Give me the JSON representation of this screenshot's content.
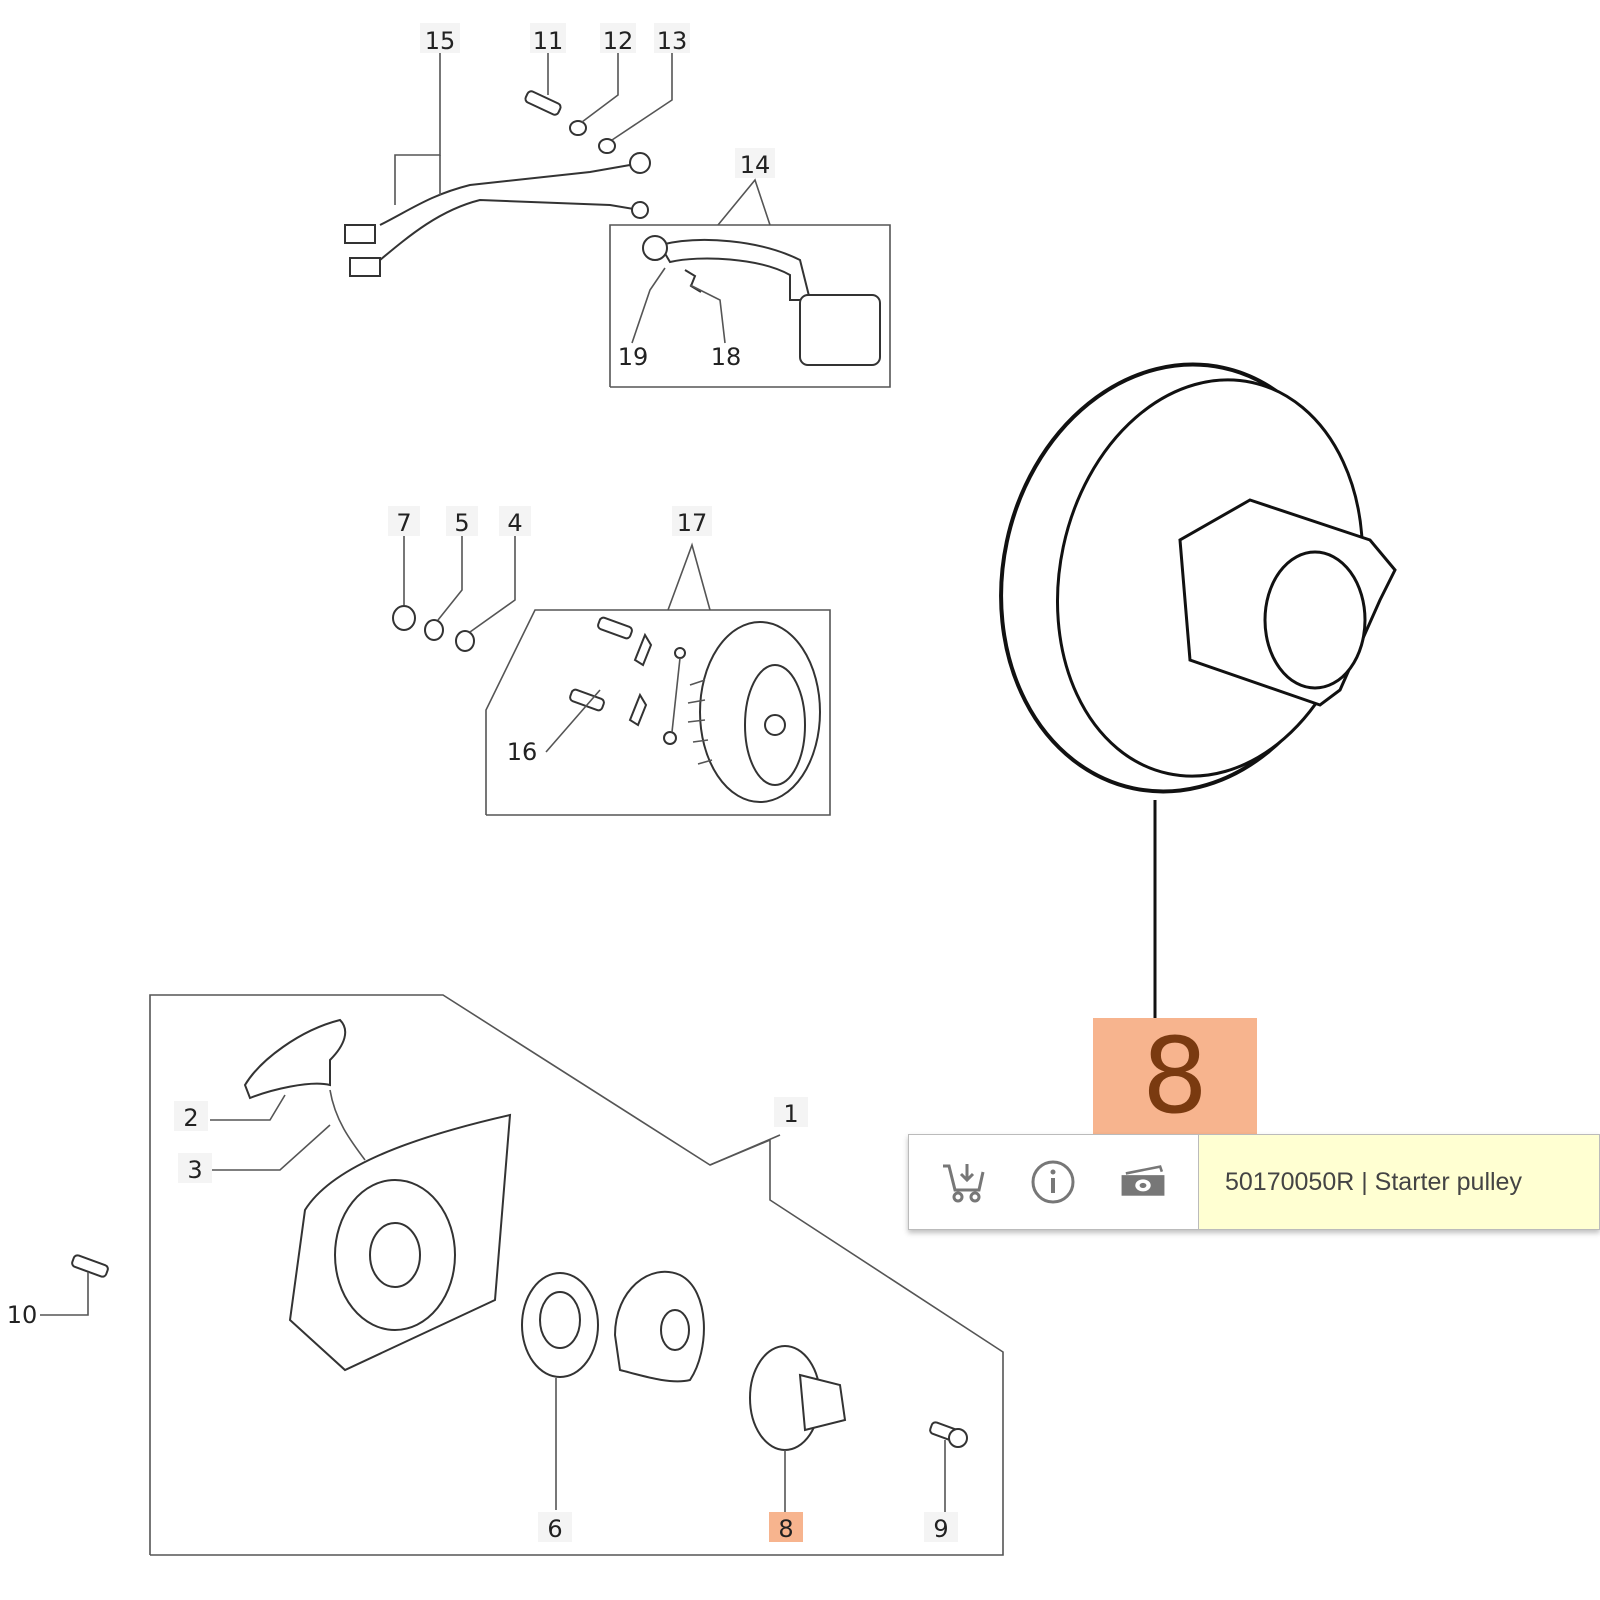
{
  "diagram": {
    "labels": {
      "p1": "1",
      "p2": "2",
      "p3": "3",
      "p4": "4",
      "p5": "5",
      "p6": "6",
      "p7": "7",
      "p8": "8",
      "p9": "9",
      "p10": "10",
      "p11": "11",
      "p12": "12",
      "p13": "13",
      "p14": "14",
      "p15": "15",
      "p16": "16",
      "p17": "17",
      "p18": "18",
      "p19": "19"
    },
    "highlighted_part": "8",
    "highlight_color": "#f7b48e"
  },
  "callout": {
    "number": "8"
  },
  "tooltip": {
    "icons": [
      "add-to-cart-icon",
      "info-icon",
      "price-icon"
    ],
    "text": "50170050R | Starter pulley"
  }
}
